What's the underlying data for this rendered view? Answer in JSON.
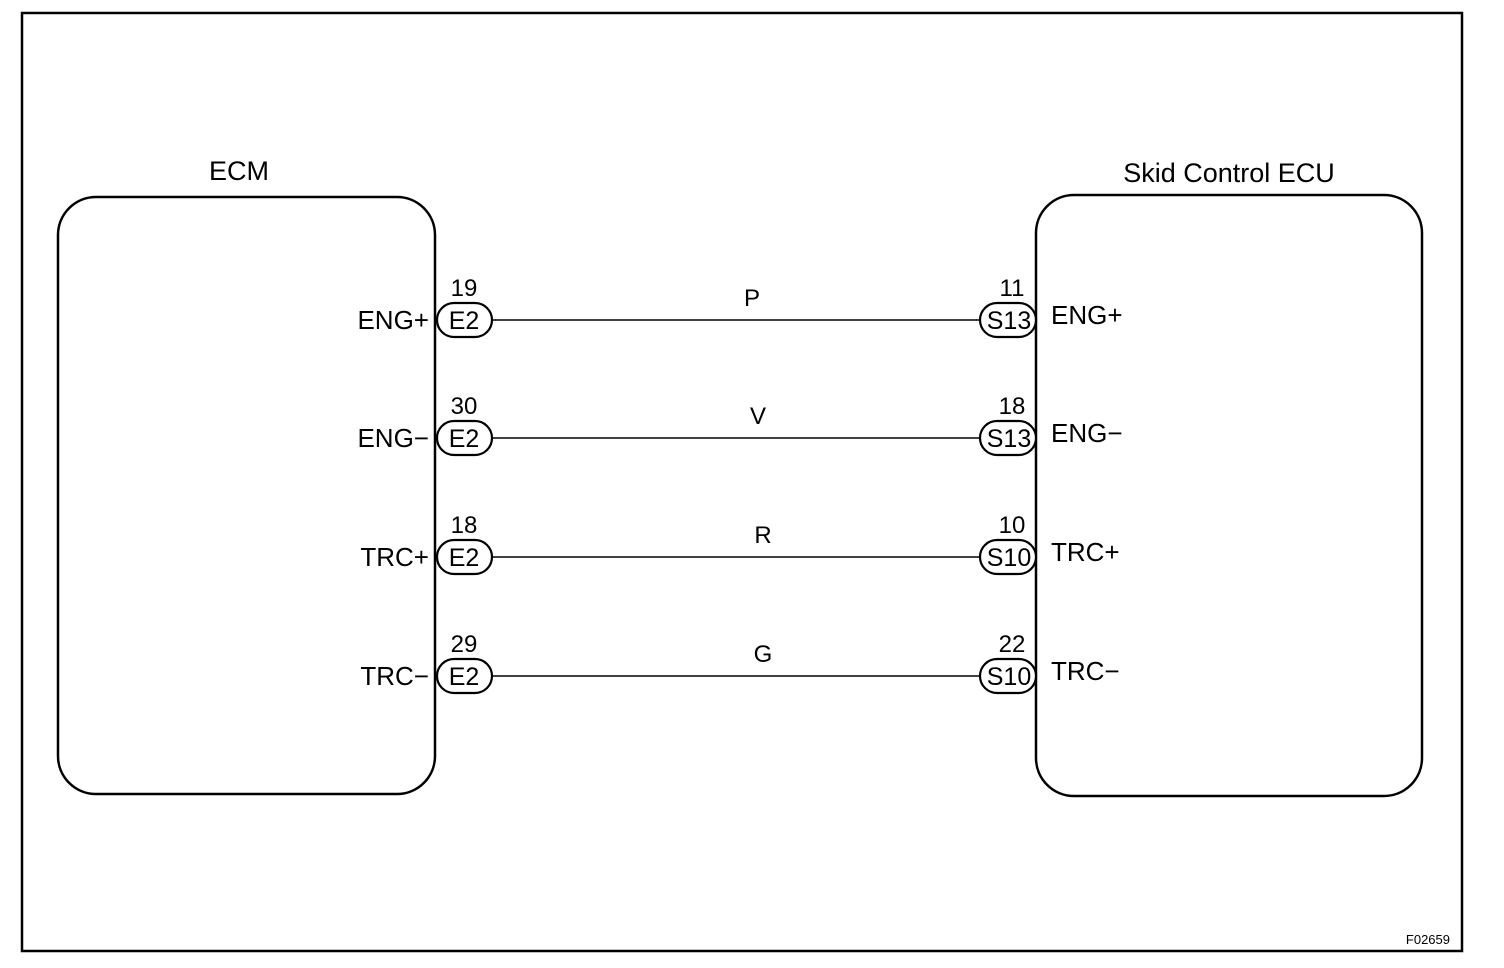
{
  "diagram": {
    "figure_code": "F02659",
    "left_unit": {
      "title": "ECM"
    },
    "right_unit": {
      "title": "Skid Control ECU"
    },
    "circuits": [
      {
        "wire_color": "P",
        "left": {
          "pin": "19",
          "connector": "E2",
          "signal": "ENG+"
        },
        "right": {
          "pin": "11",
          "connector": "S13",
          "signal": "ENG+"
        }
      },
      {
        "wire_color": "V",
        "left": {
          "pin": "30",
          "connector": "E2",
          "signal": "ENG−"
        },
        "right": {
          "pin": "18",
          "connector": "S13",
          "signal": "ENG−"
        }
      },
      {
        "wire_color": "R",
        "left": {
          "pin": "18",
          "connector": "E2",
          "signal": "TRC+"
        },
        "right": {
          "pin": "10",
          "connector": "S10",
          "signal": "TRC+"
        }
      },
      {
        "wire_color": "G",
        "left": {
          "pin": "29",
          "connector": "E2",
          "signal": "TRC−"
        },
        "right": {
          "pin": "22",
          "connector": "S10",
          "signal": "TRC−"
        }
      }
    ]
  }
}
